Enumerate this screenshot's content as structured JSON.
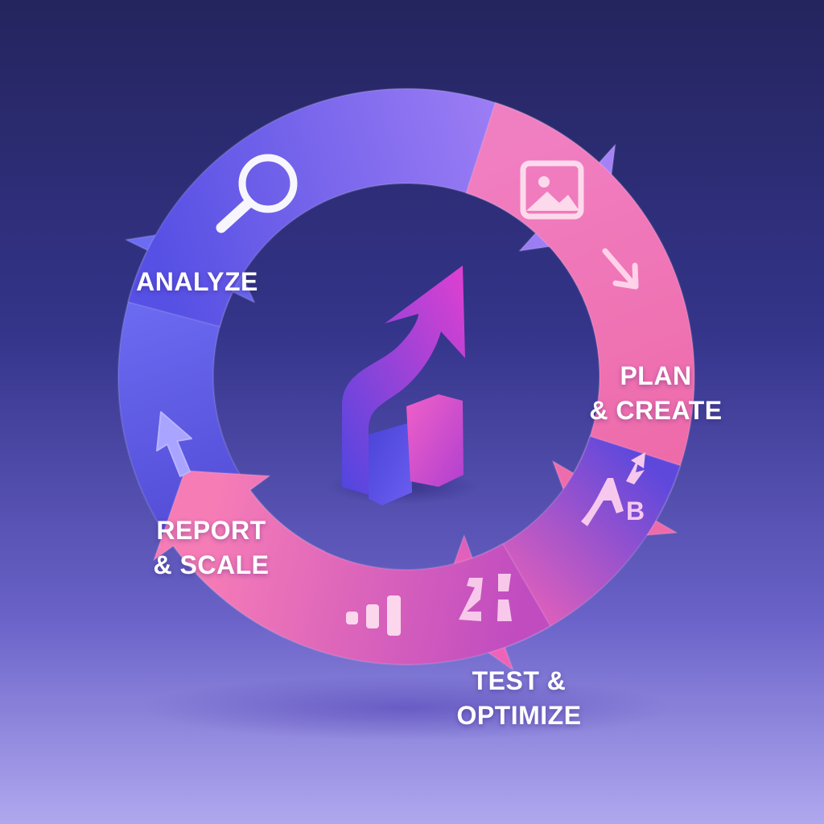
{
  "title": "Marketing cycle diagram",
  "stages": [
    {
      "id": "analyze",
      "line1": "ANALYZE",
      "line2": "",
      "icon": "magnifier-icon",
      "colors": [
        "#5650e4",
        "#a482f6"
      ]
    },
    {
      "id": "plan",
      "line1": "PLAN",
      "line2": "& CREATE",
      "icon": "image-icon",
      "colors": [
        "#f07fc2",
        "#ee6aa9"
      ]
    },
    {
      "id": "test",
      "line1": "TEST &",
      "line2": "OPTIMIZE",
      "icon": "ab-test-icon",
      "colors": [
        "#5e48dc",
        "#ee62b8"
      ]
    },
    {
      "id": "report",
      "line1": "REPORT",
      "line2": "& SCALE",
      "icon": "bar-chart-icon",
      "colors": [
        "#c04cc0",
        "#f67cb6"
      ]
    },
    {
      "id": "scale",
      "line1": "",
      "line2": "",
      "icon": "cursor-icon",
      "colors": [
        "#4a40cc",
        "#6c6cf2"
      ]
    }
  ],
  "center_icon": "growth-chart-icon"
}
